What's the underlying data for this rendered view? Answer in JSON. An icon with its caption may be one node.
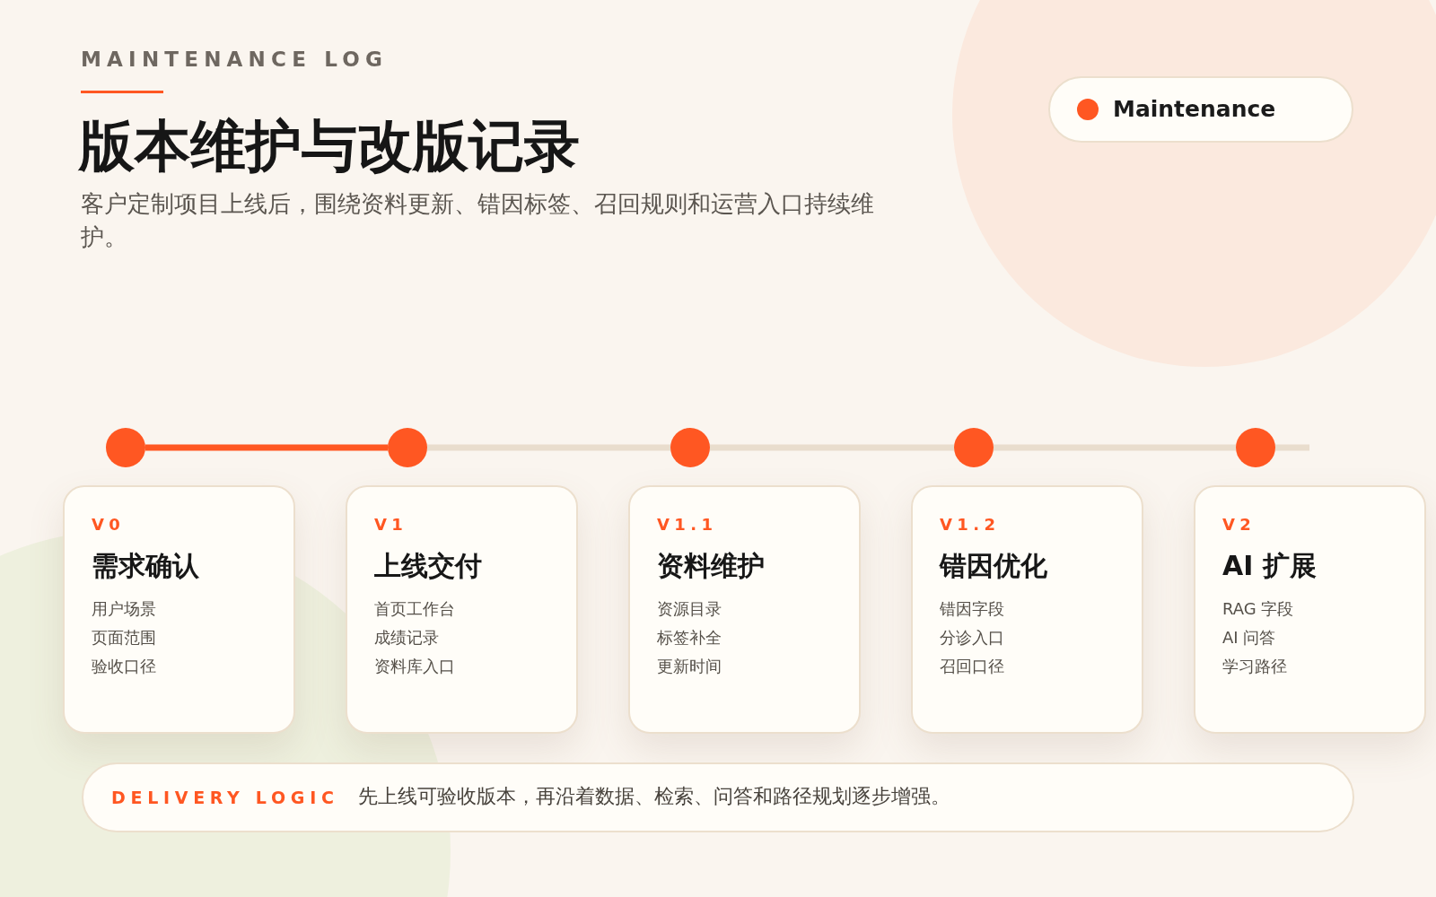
{
  "diagram": {
    "title": "版本维护与改版记录",
    "nodes": [
      {
        "text": [
          "Maintenance"
        ]
      },
      {
        "text": [],
        "shape": "circle"
      },
      {
        "text": [],
        "shape": "circle"
      },
      {
        "text": [],
        "shape": "circle"
      },
      {
        "text": [],
        "shape": "circle"
      },
      {
        "text": [],
        "shape": "circle"
      },
      {
        "text": [
          "V0",
          "需求确认",
          "用户场景",
          "页面范围",
          "验收口径"
        ]
      },
      {
        "text": [
          "V1",
          "上线交付",
          "首页工作台",
          "成绩记录",
          "资料库入口"
        ]
      },
      {
        "text": [
          "V1.1",
          "资料维护",
          "资源目录",
          "标签补全",
          "更新时间"
        ]
      },
      {
        "text": [
          "V1.2",
          "错因优化",
          "错因字段",
          "分诊入口",
          "召回口径"
        ]
      },
      {
        "text": [
          "V2",
          "AI 扩展",
          "RAG 字段",
          "AI 问答",
          "学习路径"
        ]
      },
      {
        "text": [
          "DELIVERY LOGIC",
          "先上线可验收版本，再沿着数据、检索、问答和路径规划逐步增强。"
        ]
      }
    ],
    "edges": [
      {
        "from": 1,
        "to": 2,
        "arrow": "none",
        "color": "#ff5722"
      },
      {
        "from": 2,
        "to": 3,
        "arrow": "none"
      },
      {
        "from": 3,
        "to": 4,
        "arrow": "none"
      },
      {
        "from": 4,
        "to": 5,
        "arrow": "none"
      },
      {
        "from": 5,
        "to": null,
        "arrow": "none"
      }
    ],
    "labels": [
      "MAINTENANCE LOG",
      "客户定制项目上线后，围绕资料更新、错因标签、召回规则和运营入口持续维护。"
    ]
  }
}
